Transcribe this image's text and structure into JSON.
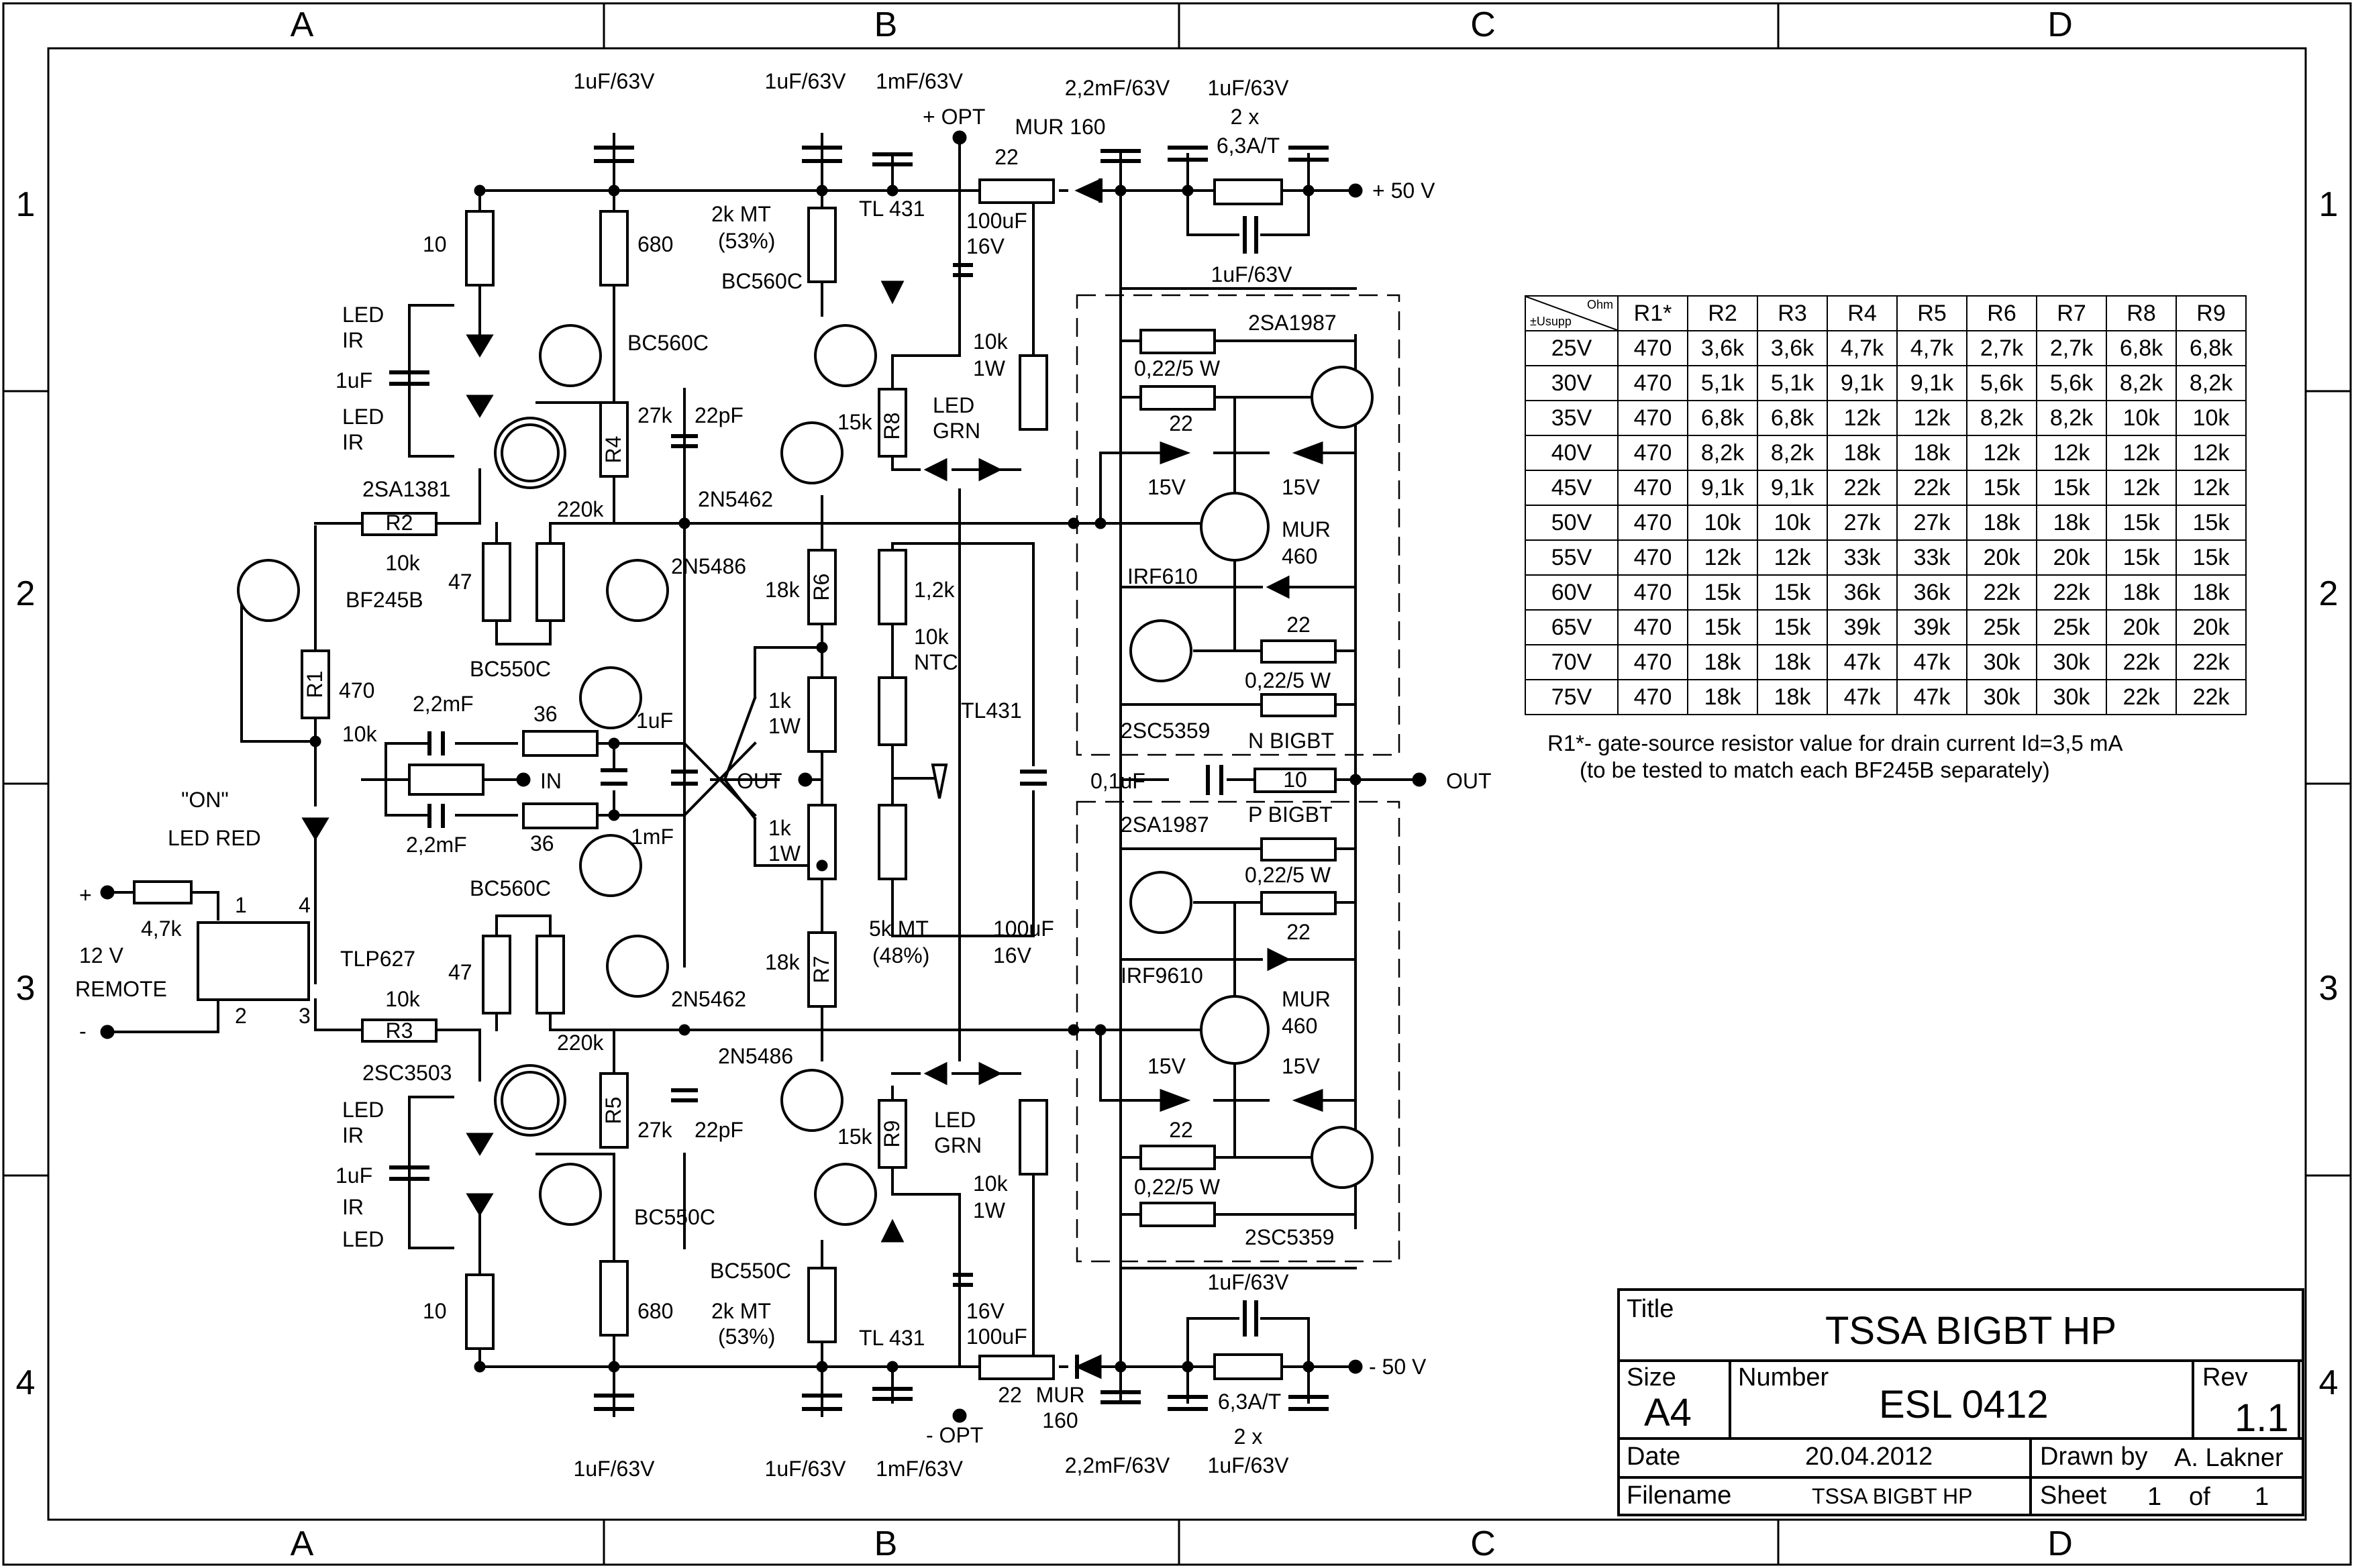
{
  "zones": {
    "columns": [
      "A",
      "B",
      "C",
      "D"
    ],
    "rows": [
      "1",
      "2",
      "3",
      "4"
    ]
  },
  "labels": {
    "c_top_1": "1uF/63V",
    "c_top_2": "1uF/63V",
    "c_top_3": "1mF/63V",
    "opt_pos": "+ OPT",
    "c_top_4": "2,2mF/63V",
    "c_top_5": "1uF/63V",
    "two_x_top": "2 x",
    "fuse_top": "6,3A/T",
    "r22_top": "22",
    "mur160_top": "MUR\n160",
    "vpos": "+ 50 V",
    "c_top_6": "1uF/63V",
    "pot_top": "2k MT",
    "pot_top_pct": "(53%)",
    "tl431_top": "TL 431",
    "c100u_top": "100uF",
    "c100u_top_v": "16V",
    "bc560c_1": "BC560C",
    "r10k1w_top": "10k",
    "r10k1w_top_w": "1W",
    "r10_top": "10",
    "r680_top": "680",
    "led_ir_1": "LED",
    "led_ir_1b": "IR",
    "c1u_1": "1uF",
    "led_ir_2": "LED",
    "led_ir_2b": "IR",
    "bc560c_2": "BC560C",
    "r4": "R4",
    "r27k_top": "27k",
    "c22p_top": "22pF",
    "r15k_top": "15k",
    "r8": "R8",
    "led_grn_top": "LED",
    "led_grn_top_b": "GRN",
    "n2n5462_top": "2N5462",
    "q2sa1381": "2SA1381",
    "r220k_top": "220k",
    "r2": "R2",
    "r10k_r2": "10k",
    "r47_top": "47",
    "n2n5486_top": "2N5486",
    "r18k_top": "18k",
    "r6": "R6",
    "r1_2k": "1,2k",
    "r10k_ntc": "10k",
    "ntc": "NTC",
    "bf245b": "BF245B",
    "r1": "R1",
    "r470": "470",
    "bc550c_top": "BC550C",
    "tl431_mid": "TL431",
    "c2_2mf_top": "2,2mF",
    "r36_top": "36",
    "c1uf_mid": "1uF",
    "r1k_top": "1k",
    "r1k_top_w": "1W",
    "r10k_in": "10k",
    "in": "IN",
    "out_mid": "OUT",
    "on_led": "\"ON\"",
    "led_red": "LED RED",
    "c2_2mf_bot": "2,2mF",
    "r36_bot": "36",
    "c1mf_mid": "1mF",
    "r1k_bot": "1k",
    "r1k_bot_w": "1W",
    "plus": "+",
    "minus": "-",
    "r4_7k": "4,7k",
    "pin1": "1",
    "pin4": "4",
    "pin2": "2",
    "pin3": "3",
    "remote_12v": "12 V",
    "remote": "REMOTE",
    "tlp627": "TLP627",
    "bc560c_3": "BC560C",
    "pot_mid": "5k MT",
    "pot_mid_pct": "(48%)",
    "c100u_mid": "100uF",
    "c100u_mid_v": "16V",
    "r47_bot": "47",
    "n2n5462_bot": "2N5462",
    "r18k_bot": "18k",
    "r7": "R7",
    "r10k_r3": "10k",
    "r3": "R3",
    "q2sc3503": "2SC3503",
    "r220k_bot": "220k",
    "n2n5486_bot": "2N5486",
    "r5": "R5",
    "r27k_bot": "27k",
    "c22p_bot": "22pF",
    "led_ir_3": "LED",
    "led_ir_3b": "IR",
    "c1u_2": "1uF",
    "led_ir_4": "IR",
    "led_ir_4b": "LED",
    "bc550c_bot": "BC550C",
    "r15k_bot": "15k",
    "r9": "R9",
    "led_grn_bot": "LED",
    "led_grn_bot_b": "GRN",
    "r10k1w_bot": "10k",
    "r10k1w_bot_w": "1W",
    "bc550c_3": "BC550C",
    "pot_bot": "2k MT",
    "pot_bot_pct": "(53%)",
    "tl431_bot": "TL 431",
    "c16v_bot": "16V",
    "c100u_bot": "100uF",
    "r10_bot": "10",
    "r680_bot": "680",
    "r22_bot": "22",
    "mur160_bot": "MUR",
    "mur160_bot_b": "160",
    "vneg": "- 50 V",
    "c_bot_top_1u": "1uF/63V",
    "fuse_bot": "6,3A/T",
    "two_x_bot": "2 x",
    "c_bot_1": "1uF/63V",
    "c_bot_2": "1uF/63V",
    "c_bot_3": "1mF/63V",
    "opt_neg": "- OPT",
    "c_bot_4": "2,2mF/63V",
    "c_bot_5": "1uF/63V",
    "q2sa1987_top": "2SA1987",
    "r022_top_a": "0,22/5 W",
    "r22_n1": "22",
    "z15v_a": "15V",
    "z15v_b": "15V",
    "irf610": "IRF610",
    "mur460_top": "MUR",
    "mur460_top_b": "460",
    "r22_n2": "22",
    "r022_top_b": "0,22/5 W",
    "q2sc5359_top": "2SC5359",
    "n_bigbt": "N BIGBT",
    "c01uf": "0,1uF",
    "r10_out": "10",
    "out": "OUT",
    "p_bigbt": "P BIGBT",
    "q2sa1987_bot": "2SA1987",
    "r022_bot_a": "0,22/5 W",
    "r22_p1": "22",
    "irf9610": "IRF9610",
    "mur460_bot": "MUR",
    "mur460_bot_b": "460",
    "z15v_c": "15V",
    "z15v_d": "15V",
    "r22_p2": "22",
    "r022_bot_b": "0,22/5 W",
    "q2sc5359_bot": "2SC5359"
  },
  "table": {
    "corner_top": "Ohm",
    "corner_bottom": "±Usupp",
    "headers": [
      "R1*",
      "R2",
      "R3",
      "R4",
      "R5",
      "R6",
      "R7",
      "R8",
      "R9"
    ],
    "rows": [
      [
        "25V",
        "470",
        "3,6k",
        "3,6k",
        "4,7k",
        "4,7k",
        "2,7k",
        "2,7k",
        "6,8k",
        "6,8k"
      ],
      [
        "30V",
        "470",
        "5,1k",
        "5,1k",
        "9,1k",
        "9,1k",
        "5,6k",
        "5,6k",
        "8,2k",
        "8,2k"
      ],
      [
        "35V",
        "470",
        "6,8k",
        "6,8k",
        "12k",
        "12k",
        "8,2k",
        "8,2k",
        "10k",
        "10k"
      ],
      [
        "40V",
        "470",
        "8,2k",
        "8,2k",
        "18k",
        "18k",
        "12k",
        "12k",
        "12k",
        "12k"
      ],
      [
        "45V",
        "470",
        "9,1k",
        "9,1k",
        "22k",
        "22k",
        "15k",
        "15k",
        "12k",
        "12k"
      ],
      [
        "50V",
        "470",
        "10k",
        "10k",
        "27k",
        "27k",
        "18k",
        "18k",
        "15k",
        "15k"
      ],
      [
        "55V",
        "470",
        "12k",
        "12k",
        "33k",
        "33k",
        "20k",
        "20k",
        "15k",
        "15k"
      ],
      [
        "60V",
        "470",
        "15k",
        "15k",
        "36k",
        "36k",
        "22k",
        "22k",
        "18k",
        "18k"
      ],
      [
        "65V",
        "470",
        "15k",
        "15k",
        "39k",
        "39k",
        "25k",
        "25k",
        "20k",
        "20k"
      ],
      [
        "70V",
        "470",
        "18k",
        "18k",
        "47k",
        "47k",
        "30k",
        "30k",
        "22k",
        "22k"
      ],
      [
        "75V",
        "470",
        "18k",
        "18k",
        "47k",
        "47k",
        "30k",
        "30k",
        "22k",
        "22k"
      ]
    ]
  },
  "note": {
    "line1": "R1*- gate-source resistor value for drain current Id=3,5 mA",
    "line2": "(to be tested to match each BF245B separately)"
  },
  "title_block": {
    "title_label": "Title",
    "title": "TSSA BIGBT HP",
    "size_label": "Size",
    "size": "A4",
    "number_label": "Number",
    "number": "ESL 0412",
    "rev_label": "Rev",
    "rev": "1.1",
    "date_label": "Date",
    "date": "20.04.2012",
    "drawn_label": "Drawn by",
    "drawn": "A. Lakner",
    "filename_label": "Filename",
    "filename": "TSSA BIGBT HP",
    "sheet_label": "Sheet",
    "sheet": "1",
    "of_label": "of",
    "sheet_total": "1"
  }
}
